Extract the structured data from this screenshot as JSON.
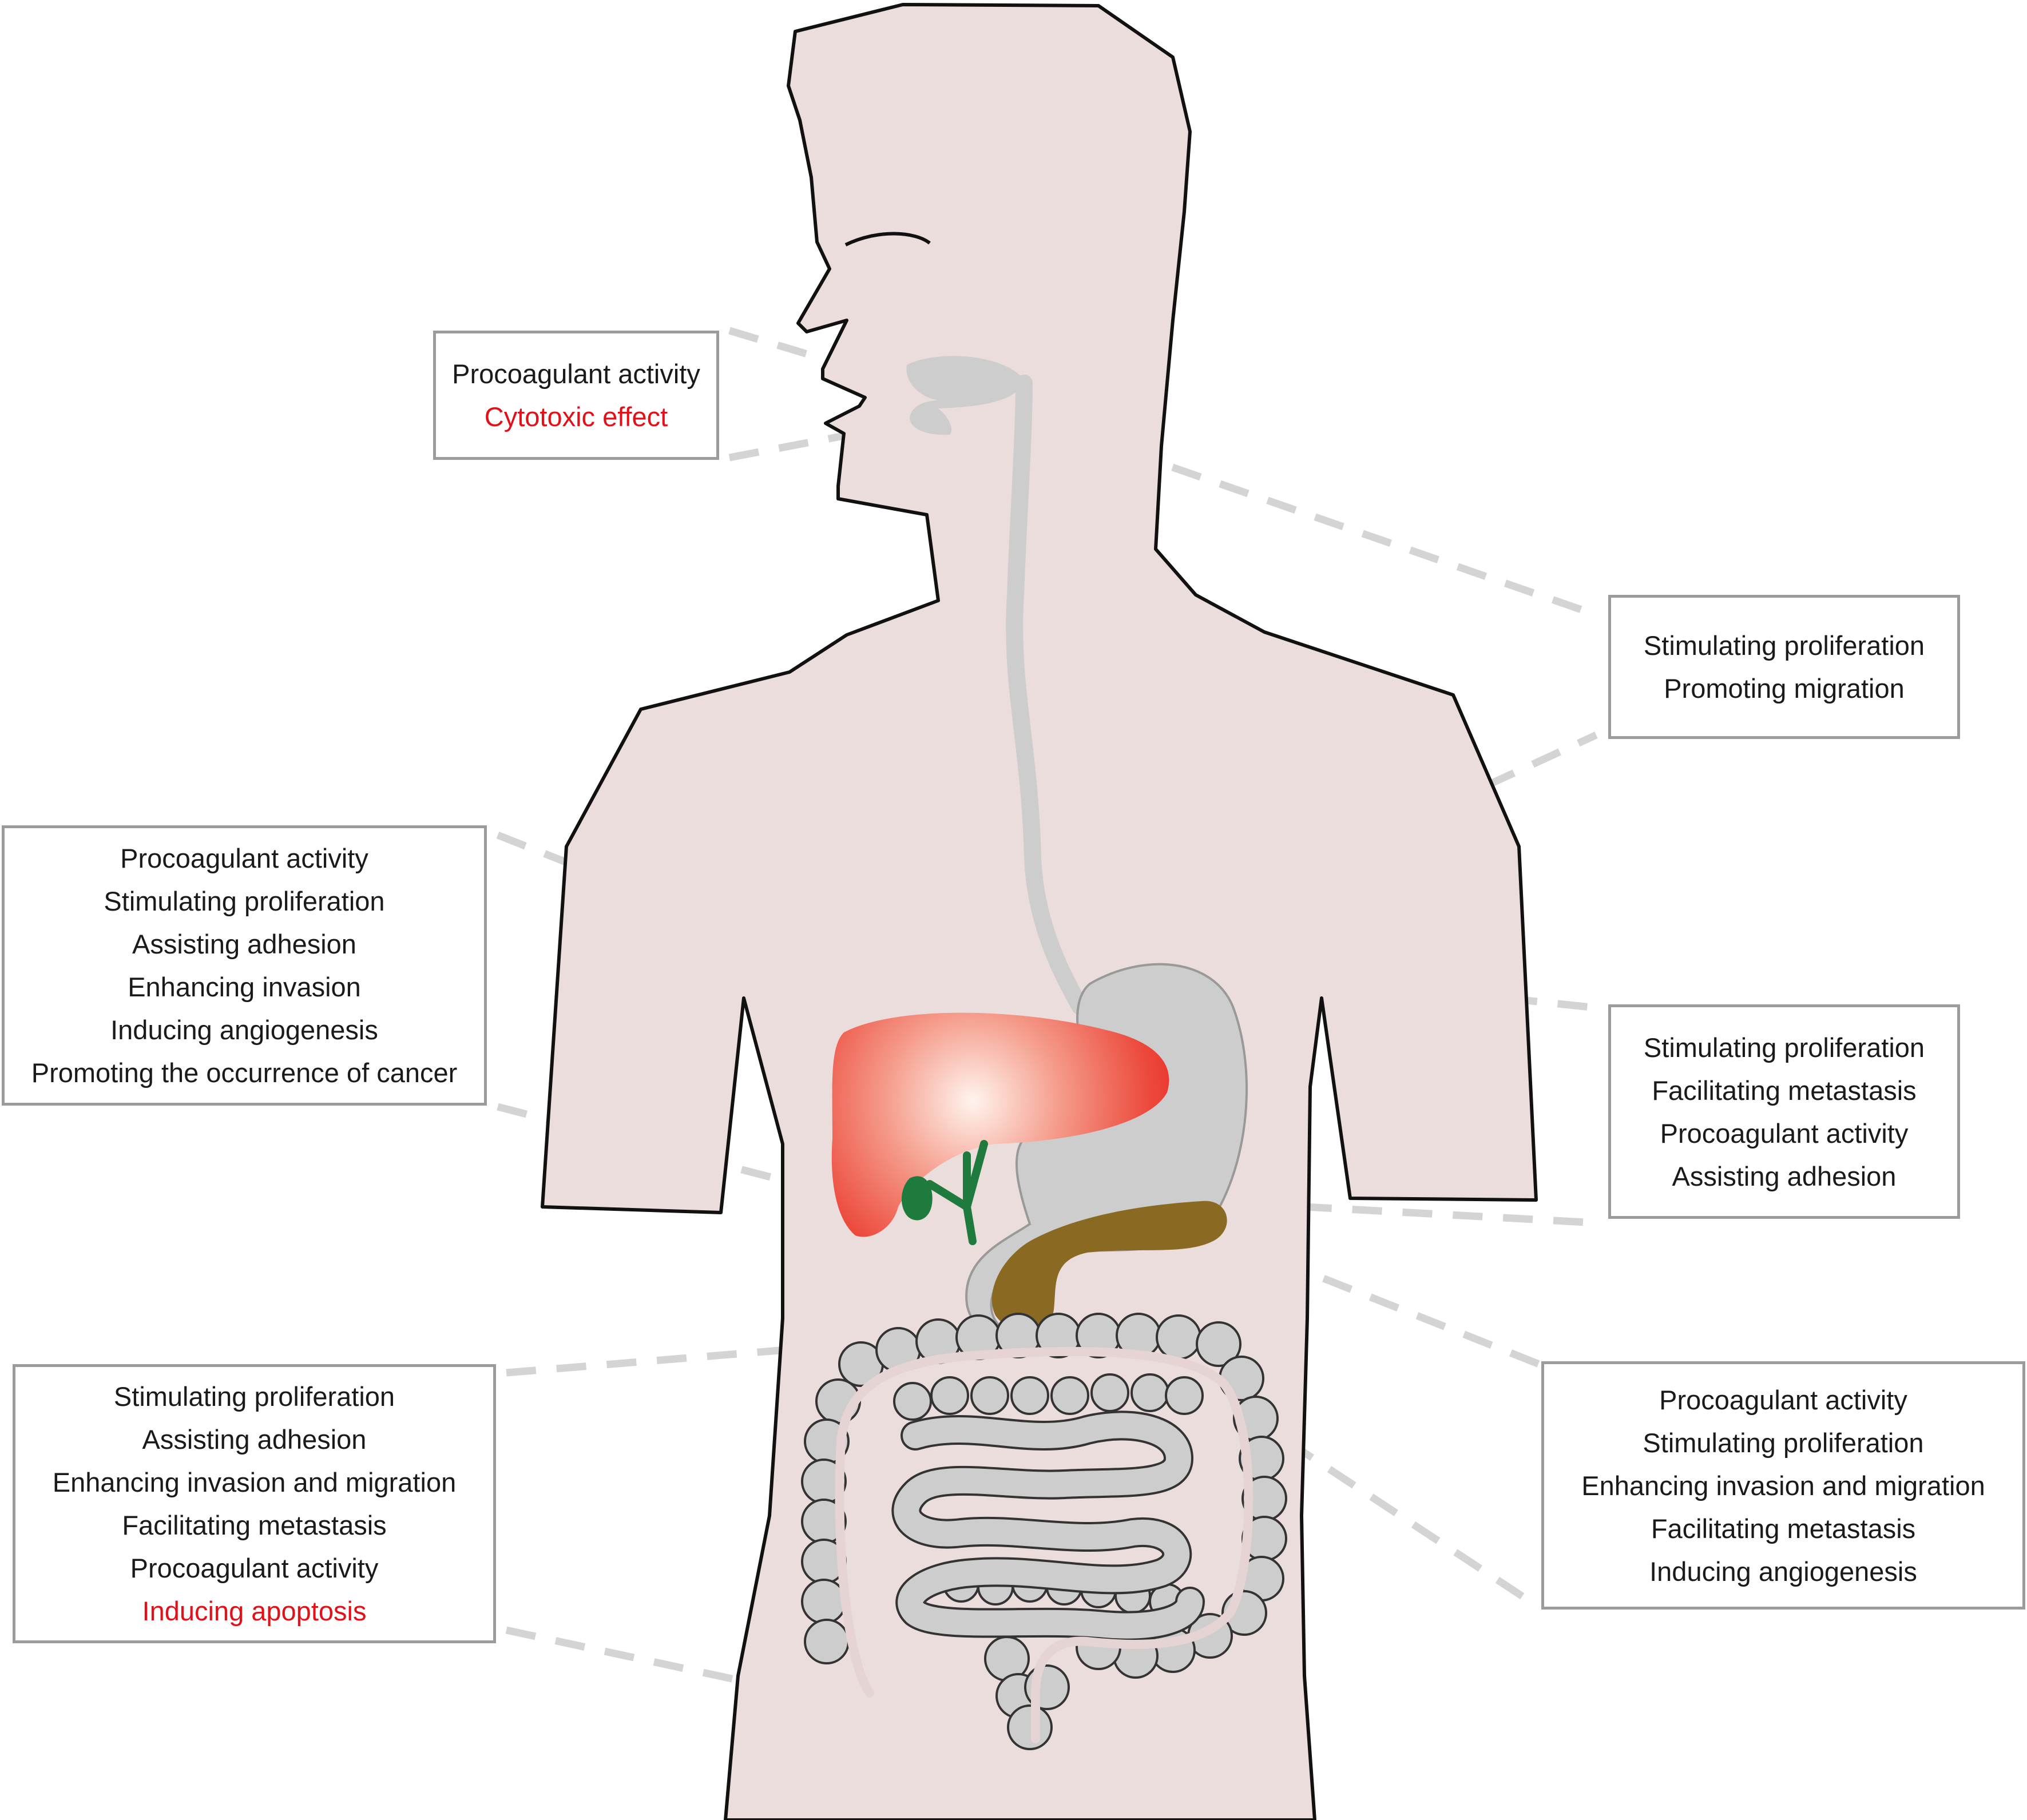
{
  "colors": {
    "skin": "#ecdddd",
    "outline": "#111111",
    "digestive_tract": "#cdcdcd",
    "liver_red": "#e8141c",
    "liver_highlight": "#fff4ee",
    "gallbladder": "#1f7a3e",
    "pancreas": "#8a6a22",
    "connector": "#d4d4d4",
    "box_border": "#9b9b9b",
    "text": "#1a1a1a",
    "text_highlight": "#e1111a"
  },
  "boxes": {
    "oral": {
      "lines": [
        {
          "text": "Procoagulant activity",
          "highlight": false
        },
        {
          "text": "Cytotoxic effect",
          "highlight": true
        }
      ]
    },
    "esophagus": {
      "lines": [
        {
          "text": "Stimulating proliferation",
          "highlight": false
        },
        {
          "text": "Promoting migration",
          "highlight": false
        }
      ]
    },
    "liver": {
      "lines": [
        {
          "text": "Procoagulant activity",
          "highlight": false
        },
        {
          "text": "Stimulating proliferation",
          "highlight": false
        },
        {
          "text": "Assisting adhesion",
          "highlight": false
        },
        {
          "text": "Enhancing invasion",
          "highlight": false
        },
        {
          "text": "Inducing angiogenesis",
          "highlight": false
        },
        {
          "text": "Promoting the occurrence of cancer",
          "highlight": false
        }
      ]
    },
    "stomach": {
      "lines": [
        {
          "text": "Stimulating proliferation",
          "highlight": false
        },
        {
          "text": "Facilitating metastasis",
          "highlight": false
        },
        {
          "text": "Procoagulant activity",
          "highlight": false
        },
        {
          "text": "Assisting adhesion",
          "highlight": false
        }
      ]
    },
    "intestine": {
      "lines": [
        {
          "text": "Stimulating proliferation",
          "highlight": false
        },
        {
          "text": "Assisting adhesion",
          "highlight": false
        },
        {
          "text": "Enhancing invasion and migration",
          "highlight": false
        },
        {
          "text": "Facilitating metastasis",
          "highlight": false
        },
        {
          "text": "Procoagulant activity",
          "highlight": false
        },
        {
          "text": "Inducing apoptosis",
          "highlight": true
        }
      ]
    },
    "colorectal": {
      "lines": [
        {
          "text": "Procoagulant activity",
          "highlight": false
        },
        {
          "text": "Stimulating proliferation",
          "highlight": false
        },
        {
          "text": "Enhancing invasion and migration",
          "highlight": false
        },
        {
          "text": "Facilitating metastasis",
          "highlight": false
        },
        {
          "text": "Inducing angiogenesis",
          "highlight": false
        }
      ]
    }
  }
}
